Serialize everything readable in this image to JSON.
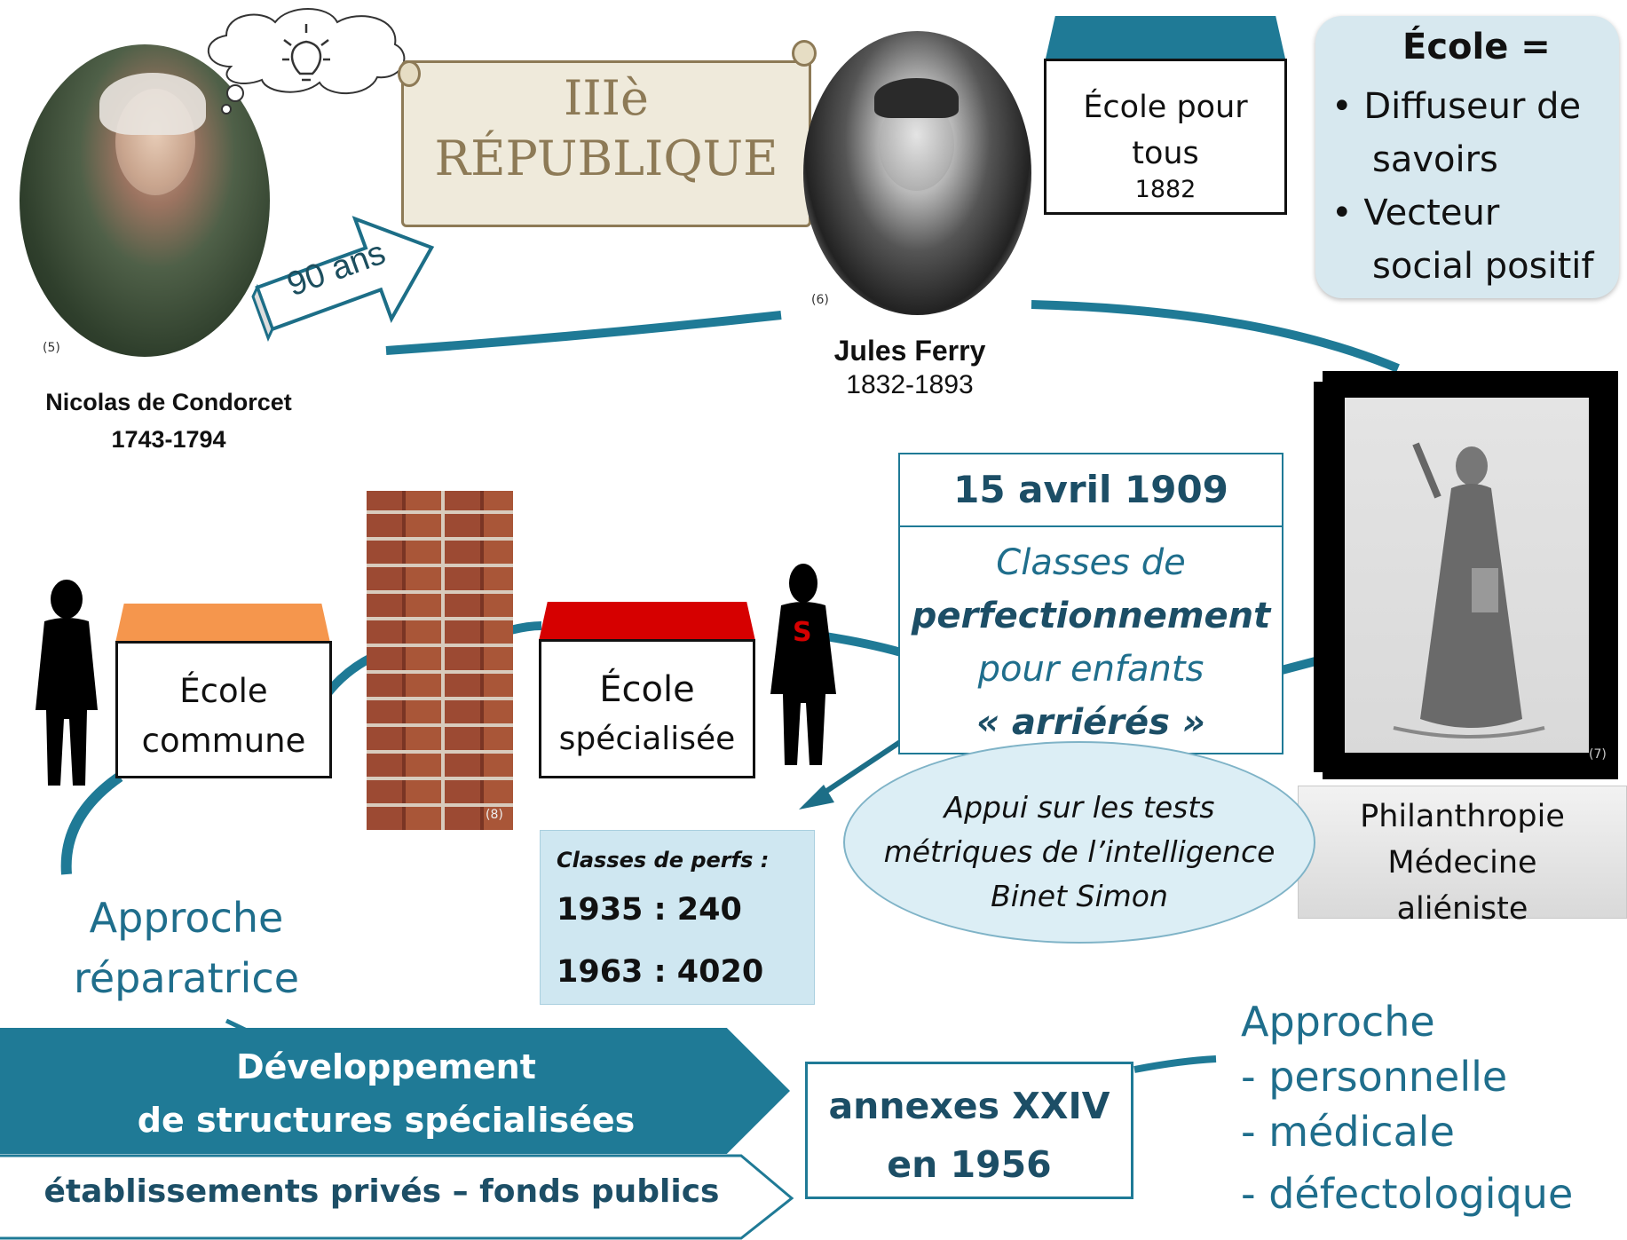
{
  "condorcet": {
    "name": "Nicolas de Condorcet",
    "dates": "1743-1794",
    "credit": "(5)"
  },
  "ferry": {
    "name": "Jules Ferry",
    "dates": "1832-1893",
    "credit": "(6)"
  },
  "arrow_90": "90 ans",
  "republic": {
    "line1": "IIIè",
    "line2": "RÉPUBLIQUE"
  },
  "ecole_pour_tous": {
    "line1": "École pour",
    "line2": "tous",
    "year": "1882"
  },
  "ecole_def": {
    "title": "École =",
    "item1a": "Diffuseur de",
    "item1b": "savoirs",
    "item2a": "Vecteur",
    "item2b": "social positif"
  },
  "date_box": {
    "date": "15 avril 1909",
    "l1": "Classes de",
    "l2": "perfectionnement",
    "l3": "pour enfants",
    "l4": "« arriérés »"
  },
  "ecole_commune": {
    "l1": "École",
    "l2": "commune"
  },
  "ecole_specialisee": {
    "l1": "École",
    "l2": "spécialisée"
  },
  "s_letter": "S",
  "brick_credit": "(8)",
  "engraving_credit": "(7)",
  "philanthropy": {
    "l1": "Philanthropie",
    "l2": "Médecine",
    "l3": "aliéniste"
  },
  "tests": {
    "l1": "Appui sur les tests",
    "l2": "métriques de l’intelligence",
    "l3": "Binet Simon"
  },
  "perfs": {
    "title": "Classes de perfs :",
    "row1": "1935 : 240",
    "row2": "1963 : 4020"
  },
  "approche_rep": {
    "l1": "Approche",
    "l2": "réparatrice"
  },
  "developpement": {
    "l1": "Développement",
    "l2": "de structures  spécialisées"
  },
  "etablissements": "établissements privés – fonds publics",
  "annexes": {
    "l1": "annexes XXIV",
    "l2": "en 1956"
  },
  "approche_pers": {
    "title": "Approche",
    "i1": "- personnelle",
    "i2": "- médicale",
    "i3": "- défectologique"
  },
  "colors": {
    "teal": "#1f7a96",
    "dark_teal": "#1c6e87",
    "orange": "#f5964d",
    "red": "#d60000",
    "light_blue": "#cfe7f1"
  }
}
